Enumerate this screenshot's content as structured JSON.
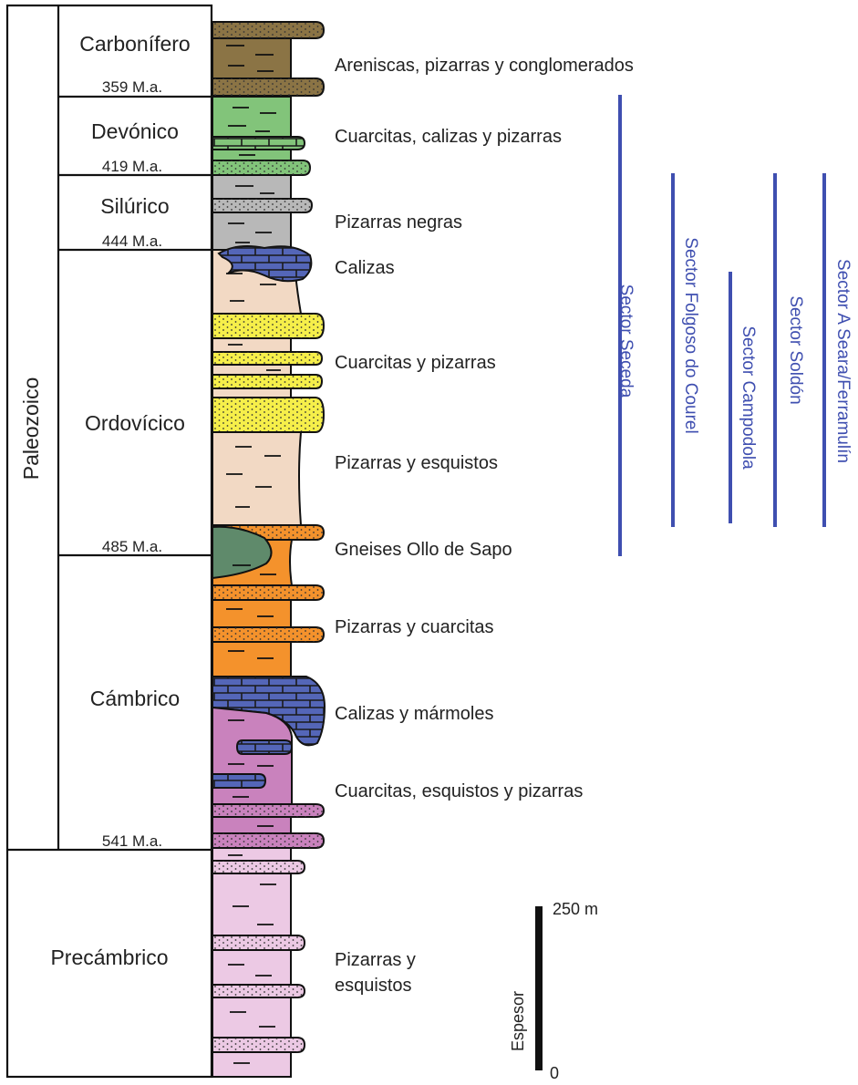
{
  "colors": {
    "carbonifero": "#8b7445",
    "devonico": "#82c47a",
    "silurico": "#b8b8b8",
    "ordovicico": "#f2d9c4",
    "cuarcita_amarilla": "#f6ef4a",
    "gneis": "#5f8a6b",
    "cambrico": "#f4922c",
    "caliza": "#5466b8",
    "cambrico_inf": "#c982bd",
    "precambrico": "#ecc9e4",
    "sector_line": "#3f4fb0"
  },
  "eon_labels": {
    "paleozoico": "Paleozoico",
    "precambrico": "Precámbrico"
  },
  "periods": {
    "carbonifero": "Carbonífero",
    "devonico": "Devónico",
    "silurico": "Silúrico",
    "ordovicico": "Ordovícico",
    "cambrico": "Cámbrico"
  },
  "ages": {
    "a359": "359 M.a.",
    "a419": "419 M.a.",
    "a444": "444 M.a.",
    "a485": "485 M.a.",
    "a541": "541 M.a."
  },
  "lithologies": {
    "carbonifero": "Areniscas, pizarras y conglomerados",
    "devonico": "Cuarcitas, calizas y pizarras",
    "silurico": "Pizarras negras",
    "calizas": "Calizas",
    "cuarcitas_pizarras": "Cuarcitas y pizarras",
    "pizarras_esquistos": "Pizarras y esquistos",
    "gneises": "Gneises Ollo de Sapo",
    "pizarras_cuarcitas": "Pizarras y cuarcitas",
    "calizas_marmoles": "Calizas y mármoles",
    "cuarcitas_esquistos_pizarras": "Cuarcitas, esquistos y pizarras",
    "precambrico_1": "Pizarras y",
    "precambrico_2": "esquistos"
  },
  "sectors": {
    "seceda": "Sector Seceda",
    "folgoso": "Sector Folgoso do Courel",
    "campodola": "Sector Campodola",
    "soldon": "Sector Soldón",
    "seara": "Sector A Seara/Ferramulín"
  },
  "scale": {
    "top_label": "250 m",
    "bottom_label": "0",
    "axis_label": "Espesor"
  }
}
